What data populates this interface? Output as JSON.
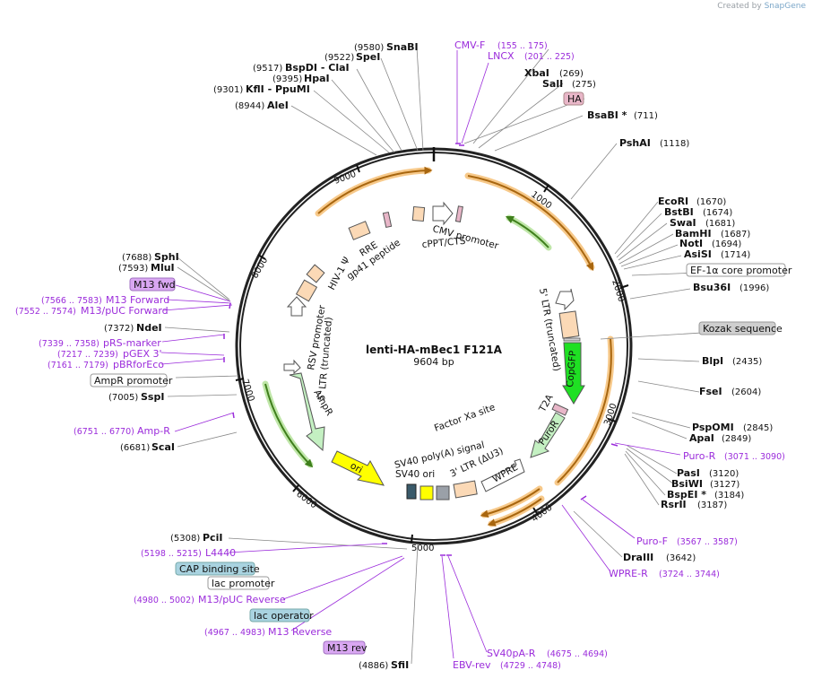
{
  "watermark": {
    "prefix": "Created by",
    "brand": "SnapGene"
  },
  "plasmid": {
    "name": "lenti-HA-mBec1 F121A",
    "length": "9604 bp"
  },
  "ticks": [
    "1000",
    "2000",
    "3000",
    "4000",
    "5000",
    "6000",
    "7000",
    "8000",
    "9000"
  ],
  "sites": [
    {
      "name": "SnaBI",
      "pos": "(9580)"
    },
    {
      "name": "SpeI",
      "pos": "(9522)"
    },
    {
      "name": "BspDI - ClaI",
      "pos": "(9517)"
    },
    {
      "name": "HpaI",
      "pos": "(9395)"
    },
    {
      "name": "KflI - PpuMI",
      "pos": "(9301)"
    },
    {
      "name": "AleI",
      "pos": "(8944)"
    },
    {
      "name": "XbaI",
      "pos": "(269)"
    },
    {
      "name": "SalI",
      "pos": "(275)"
    },
    {
      "name": "BsaBI *",
      "pos": "(711)"
    },
    {
      "name": "PshAI",
      "pos": "(1118)"
    },
    {
      "name": "EcoRI",
      "pos": "(1670)"
    },
    {
      "name": "BstBI",
      "pos": "(1674)"
    },
    {
      "name": "SwaI",
      "pos": "(1681)"
    },
    {
      "name": "BamHI",
      "pos": "(1687)"
    },
    {
      "name": "NotI",
      "pos": "(1694)"
    },
    {
      "name": "AsiSI",
      "pos": "(1714)"
    },
    {
      "name": "Bsu36I",
      "pos": "(1996)"
    },
    {
      "name": "BlpI",
      "pos": "(2435)"
    },
    {
      "name": "FseI",
      "pos": "(2604)"
    },
    {
      "name": "PspOMI",
      "pos": "(2845)"
    },
    {
      "name": "ApaI",
      "pos": "(2849)"
    },
    {
      "name": "PasI",
      "pos": "(3120)"
    },
    {
      "name": "BsiWI",
      "pos": "(3127)"
    },
    {
      "name": "BspEI *",
      "pos": "(3184)"
    },
    {
      "name": "RsrII",
      "pos": "(3187)"
    },
    {
      "name": "DraIII",
      "pos": "(3642)"
    },
    {
      "name": "SfiI",
      "pos": "(4886)"
    },
    {
      "name": "PciI",
      "pos": "(5308)"
    },
    {
      "name": "ScaI",
      "pos": "(6681)"
    },
    {
      "name": "SspI",
      "pos": "(7005)"
    },
    {
      "name": "NdeI",
      "pos": "(7372)"
    },
    {
      "name": "MluI",
      "pos": "(7593)"
    },
    {
      "name": "SphI",
      "pos": "(7688)"
    }
  ],
  "primers": [
    {
      "name": "CMV-F",
      "pos": "(155 .. 175)"
    },
    {
      "name": "LNCX",
      "pos": "(201 .. 225)"
    },
    {
      "name": "Puro-R",
      "pos": "(3071 .. 3090)"
    },
    {
      "name": "Puro-F",
      "pos": "(3567 .. 3587)"
    },
    {
      "name": "WPRE-R",
      "pos": "(3724 .. 3744)"
    },
    {
      "name": "SV40pA-R",
      "pos": "(4675 .. 4694)"
    },
    {
      "name": "EBV-rev",
      "pos": "(4729 .. 4748)"
    },
    {
      "name": "L4440",
      "pos": "(5198 .. 5215)"
    },
    {
      "name": "M13/pUC Reverse",
      "pos": "(4980 .. 5002)"
    },
    {
      "name": "M13 Reverse",
      "pos": "(4967 .. 4983)"
    },
    {
      "name": "Amp-R",
      "pos": "(6751 .. 6770)"
    },
    {
      "name": "pBRforEco",
      "pos": "(7161 .. 7179)"
    },
    {
      "name": "pGEX 3'",
      "pos": "(7217 .. 7239)"
    },
    {
      "name": "pRS-marker",
      "pos": "(7339 .. 7358)"
    },
    {
      "name": "M13/pUC Forward",
      "pos": "(7552 .. 7574)"
    },
    {
      "name": "M13 Forward",
      "pos": "(7566 .. 7583)"
    }
  ],
  "boxed_features": [
    {
      "name": "HA",
      "color": "#e8b6c8"
    },
    {
      "name": "EF-1α core promoter",
      "color": "#ffffff"
    },
    {
      "name": "Kozak sequence",
      "color": "#cfcfcf"
    },
    {
      "name": "M13 fwd",
      "color": "#d9a7f2"
    },
    {
      "name": "AmpR promoter",
      "color": "#ffffff"
    },
    {
      "name": "CAP binding site",
      "color": "#a9d3e0"
    },
    {
      "name": "lac promoter",
      "color": "#ffffff"
    },
    {
      "name": "lac operator",
      "color": "#a9d3e0"
    },
    {
      "name": "M13 rev",
      "color": "#d9a7f2"
    }
  ],
  "features": [
    {
      "name": "CMV promoter"
    },
    {
      "name": "cPPT/CTS"
    },
    {
      "name": "RRE"
    },
    {
      "name": "gp41 peptide"
    },
    {
      "name": "HIV-1 Ψ"
    },
    {
      "name": "RSV promoter"
    },
    {
      "name": "5' LTR (truncated)"
    },
    {
      "name": "AmpR"
    },
    {
      "name": "ori"
    },
    {
      "name": "SV40 ori"
    },
    {
      "name": "SV40 poly(A) signal"
    },
    {
      "name": "Factor Xa site"
    },
    {
      "name": "3' LTR (ΔU3)"
    },
    {
      "name": "WPRE"
    },
    {
      "name": "PuroR"
    },
    {
      "name": "T2A"
    },
    {
      "name": "CopGFP"
    },
    {
      "name": "5' LTR (truncated)"
    }
  ],
  "colors": {
    "backbone": "#222222",
    "enzyme": "#111111",
    "primer": "#9b2cdb",
    "orf_glow": "#f7c98a",
    "orf_line": "#a8660f",
    "green_glow": "#bfe6a8",
    "green_line": "#3f7f1c"
  }
}
